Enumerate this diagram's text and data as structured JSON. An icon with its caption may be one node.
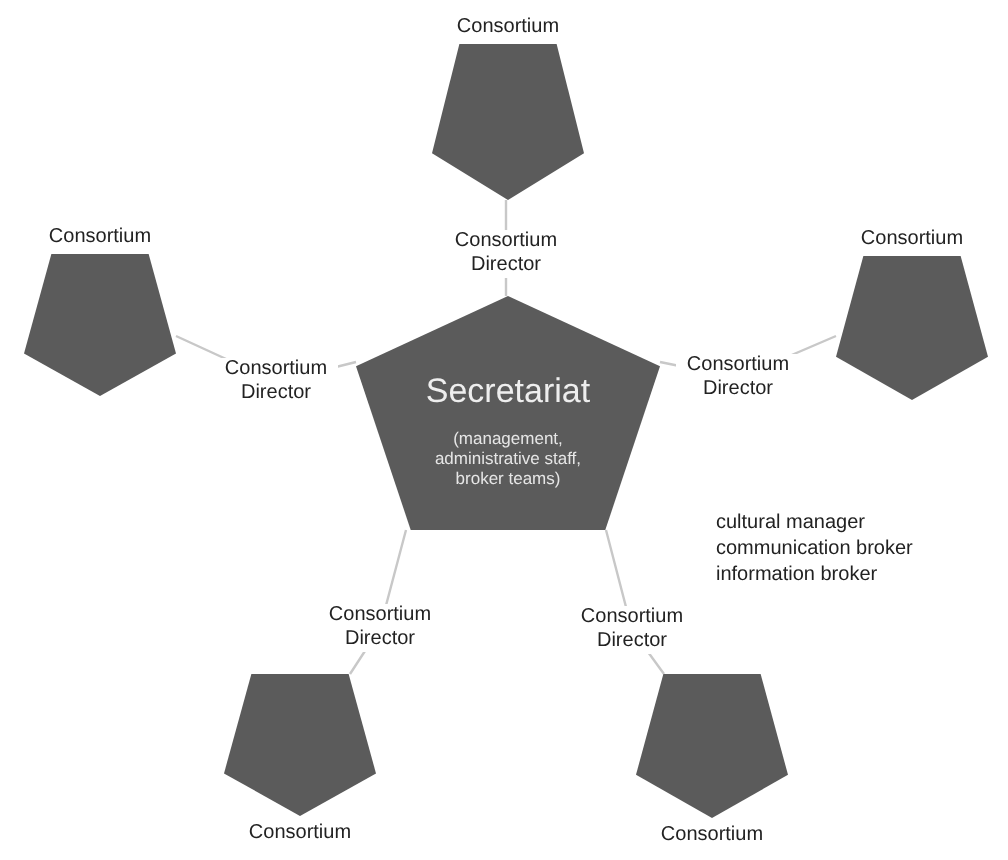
{
  "diagram": {
    "nodes": [
      {
        "text": [
          "Secretariat",
          "(management, administrative staff, broker teams)"
        ]
      },
      {
        "text": [
          "Consortium"
        ]
      },
      {
        "text": [
          "Consortium"
        ]
      },
      {
        "text": [
          "Consortium"
        ]
      },
      {
        "text": [
          "Consortium"
        ]
      },
      {
        "text": [
          "Consortium"
        ]
      }
    ],
    "edges": [
      {
        "from": 0,
        "to": 1,
        "arrow": "none",
        "label": "Consortium Director"
      },
      {
        "from": 0,
        "to": 2,
        "arrow": "none",
        "label": "Consortium Director"
      },
      {
        "from": 0,
        "to": 3,
        "arrow": "none",
        "label": "Consortium Director"
      },
      {
        "from": 0,
        "to": 4,
        "arrow": "none",
        "label": "Consortium Director"
      },
      {
        "from": 0,
        "to": 5,
        "arrow": "none",
        "label": "Consortium Director"
      }
    ],
    "labels": [
      "cultural manager",
      "communication broker",
      "information broker"
    ]
  }
}
